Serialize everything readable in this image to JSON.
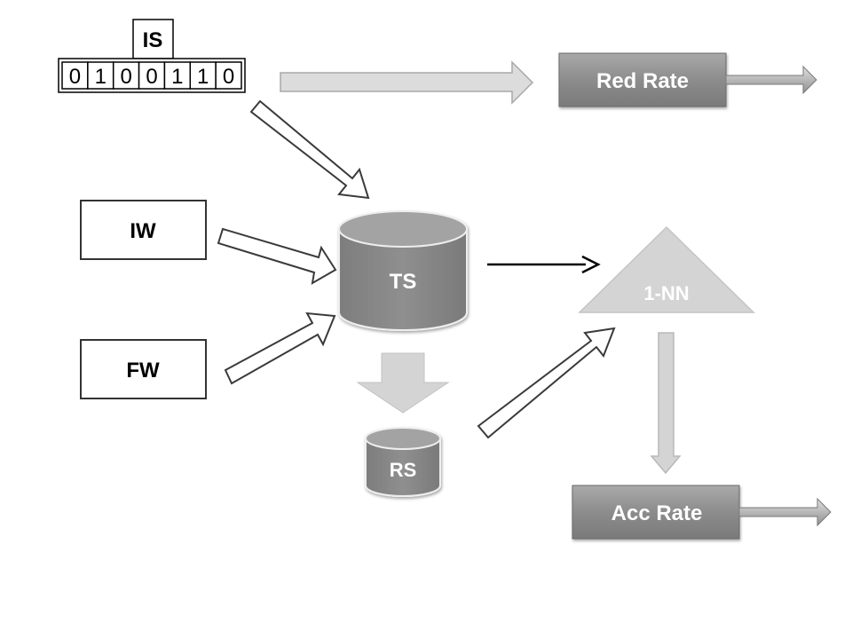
{
  "is_label": "IS",
  "bits": [
    "0",
    "1",
    "0",
    "0",
    "1",
    "1",
    "0"
  ],
  "iw_label": "IW",
  "fw_label": "FW",
  "ts_label": "TS",
  "rs_label": "RS",
  "nn_label": "1-NN",
  "red_rate_label": "Red Rate",
  "acc_rate_label": "Acc Rate",
  "colors": {
    "box_border": "#3a3a3a",
    "node_fill": "#8a8a8a",
    "light_fill": "#d4d4d4",
    "white_text": "#ffffff"
  }
}
